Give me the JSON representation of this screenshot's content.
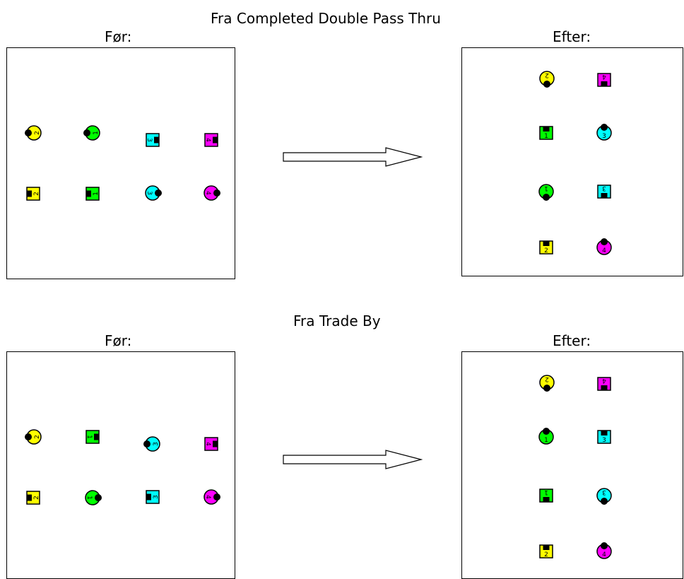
{
  "colors": {
    "yellow": "#ffff00",
    "green": "#00ff00",
    "cyan": "#00ffff",
    "magenta": "#ff00ff",
    "outline": "#000000"
  },
  "diagrams": [
    {
      "title": "Fra Completed Double Pass Thru",
      "before_label": "Før:",
      "after_label": "Efter:",
      "before": [
        {
          "shape": "circle",
          "color": "yellow",
          "num": "2",
          "facing": "left"
        },
        {
          "shape": "circle",
          "color": "green",
          "num": "1",
          "facing": "left"
        },
        {
          "shape": "square",
          "color": "cyan",
          "num": "3",
          "facing": "right"
        },
        {
          "shape": "square",
          "color": "magenta",
          "num": "4",
          "facing": "right"
        },
        {
          "shape": "square",
          "color": "yellow",
          "num": "2",
          "facing": "left"
        },
        {
          "shape": "square",
          "color": "green",
          "num": "1",
          "facing": "left"
        },
        {
          "shape": "circle",
          "color": "cyan",
          "num": "3",
          "facing": "right"
        },
        {
          "shape": "circle",
          "color": "magenta",
          "num": "4",
          "facing": "right"
        }
      ],
      "after": [
        {
          "shape": "circle",
          "color": "yellow",
          "num": "2",
          "facing": "down"
        },
        {
          "shape": "square",
          "color": "magenta",
          "num": "4",
          "facing": "down"
        },
        {
          "shape": "square",
          "color": "green",
          "num": "1",
          "facing": "up"
        },
        {
          "shape": "circle",
          "color": "cyan",
          "num": "3",
          "facing": "up"
        },
        {
          "shape": "circle",
          "color": "green",
          "num": "1",
          "facing": "down"
        },
        {
          "shape": "square",
          "color": "cyan",
          "num": "3",
          "facing": "down"
        },
        {
          "shape": "square",
          "color": "yellow",
          "num": "2",
          "facing": "up"
        },
        {
          "shape": "circle",
          "color": "magenta",
          "num": "4",
          "facing": "up"
        }
      ]
    },
    {
      "title": "Fra Trade By",
      "before_label": "Før:",
      "after_label": "Efter:",
      "before": [
        {
          "shape": "circle",
          "color": "yellow",
          "num": "2",
          "facing": "left"
        },
        {
          "shape": "square",
          "color": "green",
          "num": "1",
          "facing": "right"
        },
        {
          "shape": "circle",
          "color": "cyan",
          "num": "3",
          "facing": "left"
        },
        {
          "shape": "square",
          "color": "magenta",
          "num": "4",
          "facing": "right"
        },
        {
          "shape": "square",
          "color": "yellow",
          "num": "2",
          "facing": "left"
        },
        {
          "shape": "circle",
          "color": "green",
          "num": "1",
          "facing": "right"
        },
        {
          "shape": "square",
          "color": "cyan",
          "num": "3",
          "facing": "left"
        },
        {
          "shape": "circle",
          "color": "magenta",
          "num": "4",
          "facing": "right"
        }
      ],
      "after": [
        {
          "shape": "circle",
          "color": "yellow",
          "num": "2",
          "facing": "down"
        },
        {
          "shape": "square",
          "color": "magenta",
          "num": "4",
          "facing": "down"
        },
        {
          "shape": "circle",
          "color": "green",
          "num": "1",
          "facing": "up"
        },
        {
          "shape": "square",
          "color": "cyan",
          "num": "3",
          "facing": "up"
        },
        {
          "shape": "square",
          "color": "green",
          "num": "1",
          "facing": "down"
        },
        {
          "shape": "circle",
          "color": "cyan",
          "num": "3",
          "facing": "down"
        },
        {
          "shape": "square",
          "color": "yellow",
          "num": "2",
          "facing": "up"
        },
        {
          "shape": "circle",
          "color": "magenta",
          "num": "4",
          "facing": "up"
        }
      ]
    }
  ]
}
